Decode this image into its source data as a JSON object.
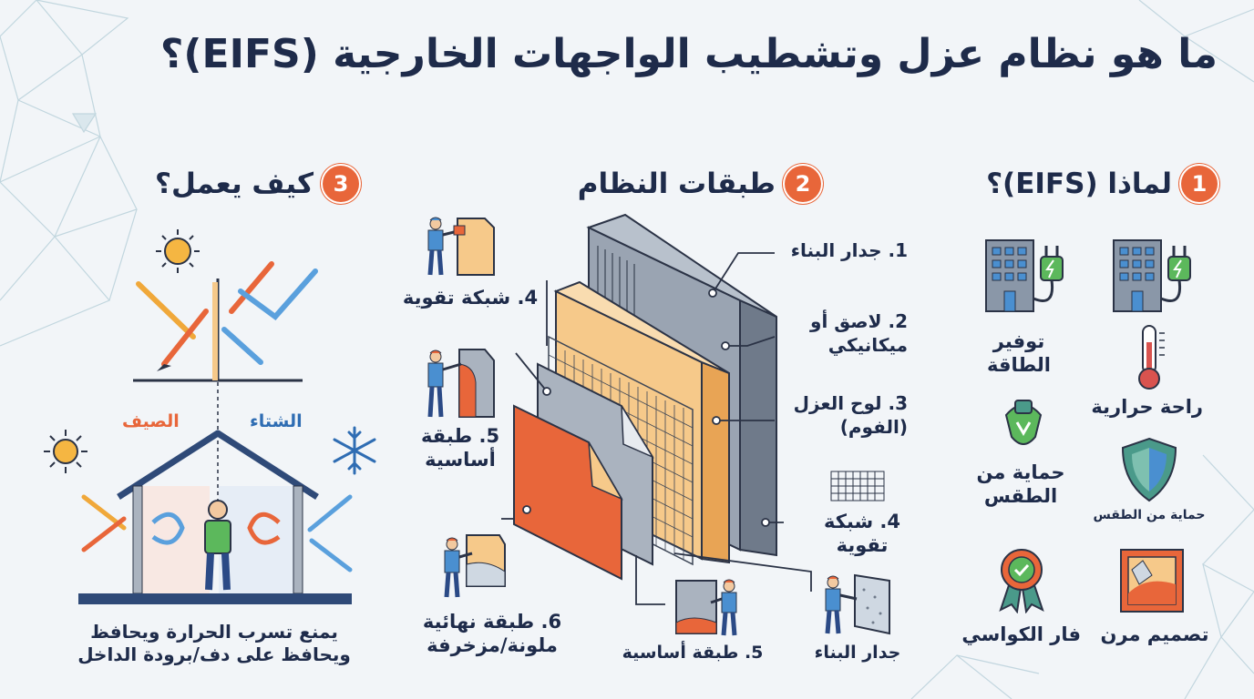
{
  "title": "ما هو نظام عزل وتشطيب الواجهات الخارجية (EIFS)؟",
  "sections": [
    {
      "number": "1",
      "title": "لماذا (EIFS)؟"
    },
    {
      "number": "2",
      "title": "طبقات النظام"
    },
    {
      "number": "3",
      "title": "كيف يعمل؟"
    }
  ],
  "benefits": [
    {
      "label": "توفير\nالطاقة",
      "icon": "building-plug-icon"
    },
    {
      "label": "",
      "icon": "building-plug-icon"
    },
    {
      "label": "راحة حرارية",
      "icon": "thermometer-icon"
    },
    {
      "label": "حماية من\nالطقس",
      "icon": "weather-protection-icon"
    },
    {
      "label": "حماية من الطقس",
      "icon": "shield-icon"
    },
    {
      "label": "فار الكواسي",
      "icon": "award-ribbon-icon"
    },
    {
      "label": "تصميم مرن",
      "icon": "framed-design-icon"
    }
  ],
  "layers_right": [
    {
      "label": "1. جدار البناء"
    },
    {
      "label": "2. لاصق أو\nميكانيكي"
    },
    {
      "label": "3. لوح العزل\n(الفوم)"
    },
    {
      "label": "4. شبكة\nتقوية"
    }
  ],
  "layers_left": [
    {
      "label": "4. شبكة تقوية"
    },
    {
      "label": "5. طبقة\nأساسية"
    },
    {
      "label": "6. طبقة نهائية\nملونة/مزخرفة"
    }
  ],
  "layers_bottom": [
    {
      "label": "5. طبقة أساسية"
    },
    {
      "label": "جدار البناء"
    }
  ],
  "how": {
    "summer": "الصيف",
    "winter": "الشتاء",
    "caption": "يمنع تسرب الحرارة ويحافظ\nويحافظ على دف/برودة الداخل"
  },
  "colors": {
    "accent": "#e8663a",
    "navy": "#1e2b4a",
    "blue": "#2f6db3",
    "foam": "#f6c98a"
  }
}
